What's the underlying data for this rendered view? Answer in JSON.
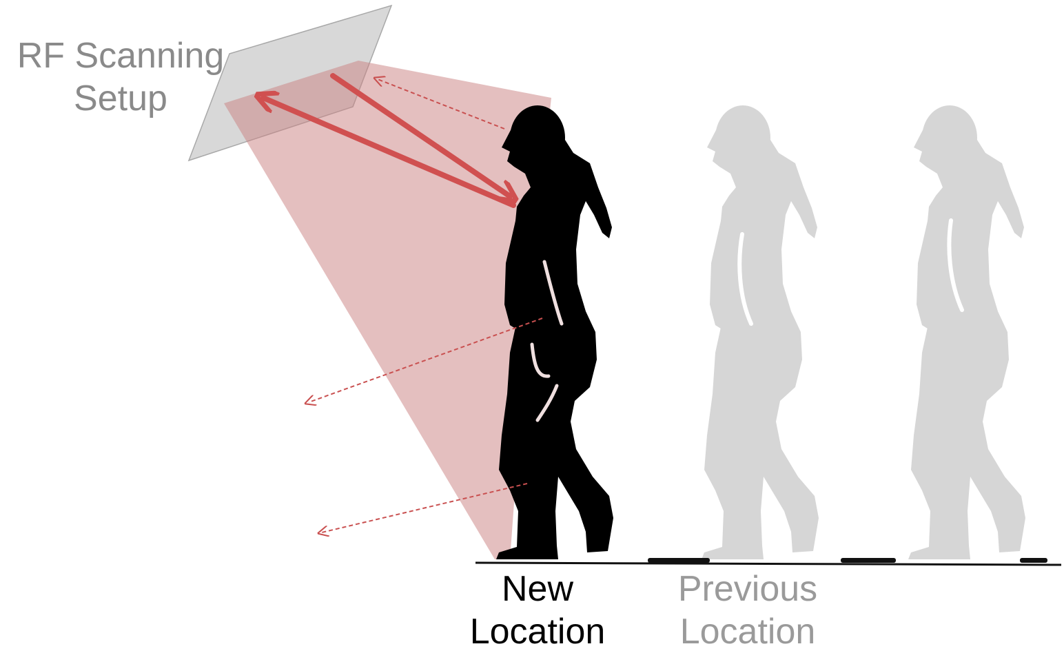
{
  "labels": {
    "scanner": {
      "line1": "RF Scanning",
      "line2": "Setup"
    },
    "new_location": {
      "line1": "New",
      "line2": "Location"
    },
    "previous_location": {
      "line1": "Previous",
      "line2": "Location"
    }
  },
  "colors": {
    "beam": "#c98080",
    "arrow": "#d05050",
    "panel": "#d8d8d8",
    "current_person": "#000000",
    "previous_person": "#d6d6d6",
    "ground": "#111111"
  }
}
